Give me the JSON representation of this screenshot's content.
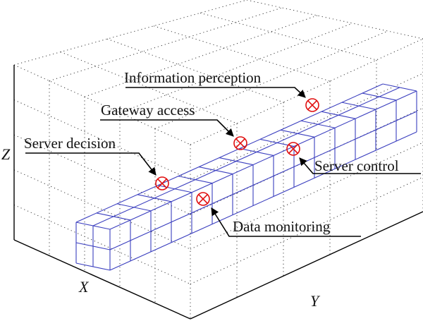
{
  "axes": {
    "x_label": "X",
    "y_label": "Y",
    "z_label": "Z"
  },
  "annotations": [
    {
      "id": "information-perception",
      "label": "Information perception"
    },
    {
      "id": "gateway-access",
      "label": "Gateway access"
    },
    {
      "id": "server-decision",
      "label": "Server decision"
    },
    {
      "id": "server-control",
      "label": "Server control"
    },
    {
      "id": "data-monitoring",
      "label": "Data monitoring"
    }
  ],
  "colors": {
    "beam_grid": "#3b3fbf",
    "marker": "#e01010",
    "text": "#111111"
  },
  "marker_icon": "circled-x-icon"
}
